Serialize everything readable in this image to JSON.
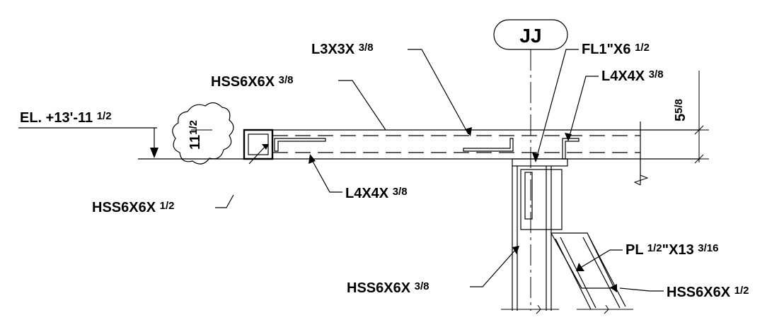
{
  "grid_bubble": "JJ",
  "elevation": {
    "main": "EL. +13'-11 ",
    "frac": "1/2"
  },
  "revision_dim": {
    "whole": "11",
    "frac": "1/2"
  },
  "right_dim": {
    "whole": "5",
    "frac": "5/8"
  },
  "callouts": {
    "l3x3": {
      "main": "L3X3X ",
      "frac": "3/8"
    },
    "hss_top": {
      "main": "HSS6X6X ",
      "frac": "3/8"
    },
    "fl1": {
      "main": "FL1\"X6 ",
      "frac": "1/2"
    },
    "l4x4_top": {
      "main": "L4X4X ",
      "frac": "3/8"
    },
    "l4x4_bot": {
      "main": "L4X4X ",
      "frac": "3/8"
    },
    "hss_left": {
      "main": "HSS6X6X ",
      "frac": "1/2"
    },
    "pl": {
      "main": "PL ",
      "mid": "1/2",
      "after": "\"X13 ",
      "frac": "3/16"
    },
    "hss_col": {
      "main": "HSS6X6X ",
      "frac": "3/8"
    },
    "hss_brace": {
      "main": "HSS6X6X ",
      "frac": "1/2"
    }
  }
}
